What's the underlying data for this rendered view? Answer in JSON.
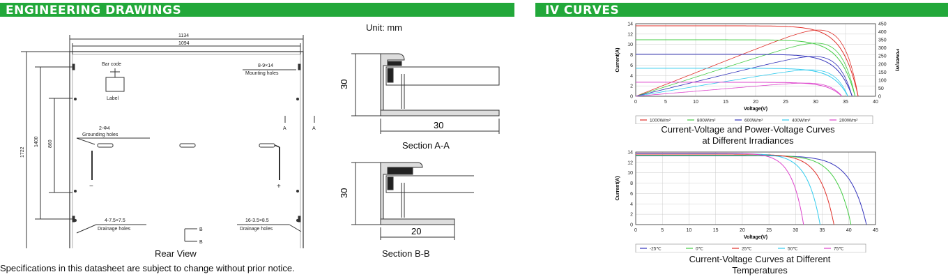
{
  "left_banner": "ENGINEERING DRAWINGS",
  "right_banner": "IV CURVES",
  "unit_text": "Unit: mm",
  "rear_view": {
    "dim_outer_width": "1134",
    "dim_inner_width": "1094",
    "dim_height": "1722",
    "dim_1400": "1400",
    "dim_860": "860",
    "barcode": "Bar code",
    "label": "Label",
    "mounting_qty": "8-9×14",
    "mounting_holes": "Mounting holes",
    "grounding_qty": "2-Φ4",
    "grounding_holes": "Grounding holes",
    "drain_left_qty": "4-7.5×7.5",
    "drain_left": "Drainage holes",
    "drain_right_qty": "16-3.5×8.5",
    "drain_right": "Drainage holes",
    "marker_a1": "A",
    "marker_a2": "A",
    "marker_b1": "B",
    "marker_b2": "B",
    "caption": "Rear View"
  },
  "section_aa": {
    "height": "30",
    "width": "30",
    "caption": "Section A-A"
  },
  "section_bb": {
    "height": "30",
    "width": "20",
    "caption": "Section B-B"
  },
  "disclaimer": "Specifications in this datasheet are subject to change without prior notice.",
  "chart_data": [
    {
      "type": "line",
      "title": "Current-Voltage and Power-Voltage Curves at Different Irradiances",
      "title_line1": "Current-Voltage and Power-Voltage Curves",
      "title_line2": "at Different Irradiances",
      "xlabel": "Voltage(V)",
      "ylabel": "Current(A)",
      "y2label": "Power(W)",
      "xlim": [
        0,
        40
      ],
      "ylim": [
        0,
        14
      ],
      "y2lim": [
        0,
        450
      ],
      "x_ticks": [
        "0",
        "5",
        "10",
        "15",
        "20",
        "25",
        "30",
        "35",
        "40"
      ],
      "y_ticks": [
        "0",
        "2",
        "4",
        "6",
        "8",
        "10",
        "12",
        "14"
      ],
      "y2_ticks": [
        "0",
        "50",
        "100",
        "150",
        "200",
        "250",
        "300",
        "350",
        "400",
        "450"
      ],
      "legend_position": "bottom",
      "series": [
        {
          "name": "1000W/m²",
          "color": "#e0302a",
          "isc": 13.6,
          "voc": 37.1,
          "pmax": 410,
          "vmp": 31.0
        },
        {
          "name": "800W/m²",
          "color": "#44cc44",
          "isc": 10.9,
          "voc": 36.6,
          "pmax": 328,
          "vmp": 30.8
        },
        {
          "name": "600W/m²",
          "color": "#3333bb",
          "isc": 8.1,
          "voc": 36.1,
          "pmax": 245,
          "vmp": 30.6
        },
        {
          "name": "400W/m²",
          "color": "#33ccee",
          "isc": 5.4,
          "voc": 35.4,
          "pmax": 162,
          "vmp": 30.2
        },
        {
          "name": "200W/m²",
          "color": "#dd44cc",
          "isc": 2.7,
          "voc": 34.4,
          "pmax": 80,
          "vmp": 29.6
        }
      ]
    },
    {
      "type": "line",
      "title": "Current-Voltage Curves at Different Temperatures",
      "title_line1": "Current-Voltage Curves at Different",
      "title_line2": "Temperatures",
      "xlabel": "Voltage(V)",
      "ylabel": "Current(A)",
      "xlim": [
        0,
        45
      ],
      "ylim": [
        0,
        14
      ],
      "x_ticks": [
        "0",
        "5",
        "10",
        "15",
        "20",
        "25",
        "30",
        "35",
        "40",
        "45"
      ],
      "y_ticks": [
        "0",
        "2",
        "4",
        "6",
        "8",
        "10",
        "12",
        "14"
      ],
      "legend_position": "bottom",
      "series": [
        {
          "name": "-25℃",
          "color": "#3333bb",
          "isc": 13.3,
          "voc": 43.3
        },
        {
          "name": "0℃",
          "color": "#44cc44",
          "isc": 13.4,
          "voc": 40.4
        },
        {
          "name": "25℃",
          "color": "#e0302a",
          "isc": 13.6,
          "voc": 37.2
        },
        {
          "name": "50℃",
          "color": "#33ccee",
          "isc": 13.7,
          "voc": 34.6
        },
        {
          "name": "75℃",
          "color": "#dd44cc",
          "isc": 13.8,
          "voc": 31.5
        }
      ]
    }
  ]
}
